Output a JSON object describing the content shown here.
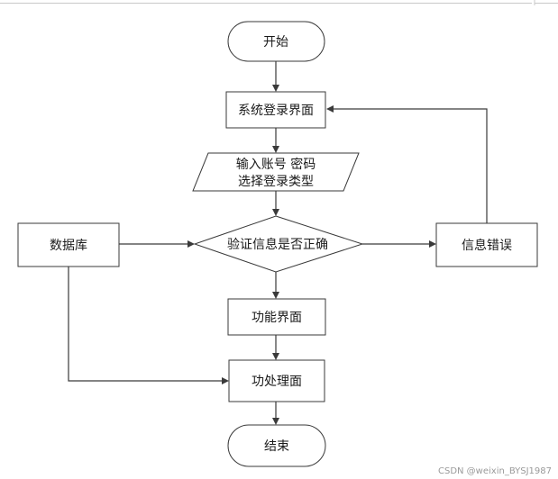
{
  "diagram": {
    "nodes": {
      "start": "开始",
      "login_ui": "系统登录界面",
      "input_line1": "输入账号 密码",
      "input_line2": "选择登录类型",
      "database": "数据库",
      "verify": "验证信息是否正确",
      "error": "信息错误",
      "function_ui": "功能界面",
      "process_ui": "功处理面",
      "end": "结束"
    },
    "colors": {
      "stroke": "#3a3a3a",
      "fill": "#ffffff",
      "text": "#1a1a1a"
    }
  },
  "watermark": "CSDN @weixin_BYSJ1987"
}
